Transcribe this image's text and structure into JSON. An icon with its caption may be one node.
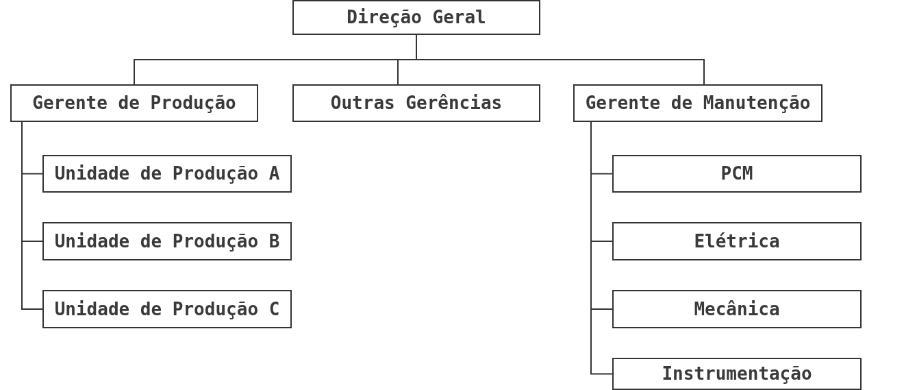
{
  "diagram": {
    "nodes": [
      {
        "text": [
          "Direção Geral"
        ]
      },
      {
        "text": [
          "Gerente de Produção"
        ]
      },
      {
        "text": [
          "Outras Gerências"
        ]
      },
      {
        "text": [
          "Gerente de Manutenção"
        ]
      },
      {
        "text": [
          "Unidade de Produção A"
        ]
      },
      {
        "text": [
          "Unidade de Produção B"
        ]
      },
      {
        "text": [
          "Unidade de Produção C"
        ]
      },
      {
        "text": [
          "PCM"
        ]
      },
      {
        "text": [
          "Elétrica"
        ]
      },
      {
        "text": [
          "Mecânica"
        ]
      },
      {
        "text": [
          "Instrumentação"
        ]
      }
    ],
    "edges": [
      {
        "from": 0,
        "to": 1,
        "arrow": "none"
      },
      {
        "from": 0,
        "to": 2,
        "arrow": "none"
      },
      {
        "from": 0,
        "to": 3,
        "arrow": "none"
      },
      {
        "from": 1,
        "to": 4,
        "arrow": "none"
      },
      {
        "from": 1,
        "to": 5,
        "arrow": "none"
      },
      {
        "from": 1,
        "to": 6,
        "arrow": "none"
      },
      {
        "from": 3,
        "to": 7,
        "arrow": "none"
      },
      {
        "from": 3,
        "to": 8,
        "arrow": "none"
      },
      {
        "from": 3,
        "to": 9,
        "arrow": "none"
      },
      {
        "from": 3,
        "to": 10,
        "arrow": "none"
      }
    ]
  }
}
